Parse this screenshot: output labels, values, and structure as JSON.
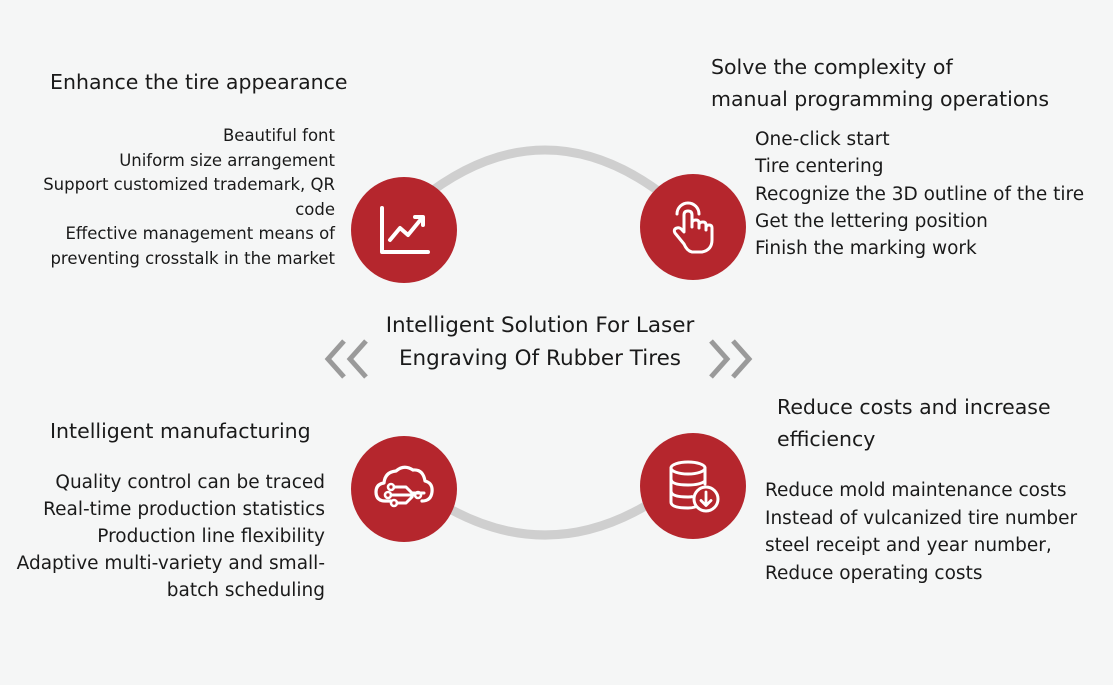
{
  "center": {
    "title_line1": "Intelligent Solution For Laser",
    "title_line2": "Engraving Of Rubber Tires"
  },
  "quadrants": {
    "top_left": {
      "heading": "Enhance the tire appearance",
      "icon": "line-chart-icon",
      "items": [
        "Beautiful font",
        "Uniform size arrangement",
        "Support customized trademark, QR",
        "code",
        "Effective management means of",
        "preventing crosstalk in the market"
      ]
    },
    "top_right": {
      "heading_line1": "Solve the complexity of",
      "heading_line2": "manual programming operations",
      "icon": "hand-pointer-icon",
      "items": [
        "One-click start",
        "Tire centering",
        "Recognize the 3D outline of the tire",
        "Get the lettering position",
        "Finish the marking work"
      ]
    },
    "bottom_left": {
      "heading": "Intelligent manufacturing",
      "icon": "cloud-network-icon",
      "items": [
        "Quality control can be traced",
        "Real-time production statistics",
        "Production line flexibility",
        "Adaptive multi-variety and small-",
        "batch scheduling"
      ]
    },
    "bottom_right": {
      "heading_line1": "Reduce costs and increase",
      "heading_line2": "efficiency",
      "icon": "database-download-icon",
      "items": [
        "Reduce mold maintenance costs",
        "Instead of vulcanized tire number",
        "steel receipt and year number,",
        "Reduce operating costs"
      ]
    }
  },
  "colors": {
    "accent": "#b5262d",
    "arc": "#cfcfcf",
    "chevron": "#9a9a9a",
    "background": "#f5f6f6",
    "text": "#1a1a1a"
  }
}
